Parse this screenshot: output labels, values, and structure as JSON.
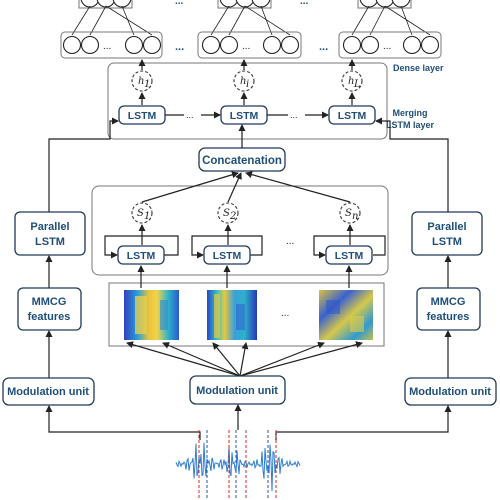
{
  "colors": {
    "label_blue": "#1f4e79",
    "box_border": "#1f3a5a",
    "group_border": "#777777",
    "wave_blue": "#2f7fd0",
    "marker_red": "#d62828",
    "marker_blue": "#2a4fb0"
  },
  "dense": {
    "label": "Dense layer",
    "ellipsis": "..."
  },
  "merging": {
    "label_line1": "Merging",
    "label_line2": "LSTM layer",
    "lstm_label": "LSTM",
    "outputs": [
      {
        "base": "h",
        "sub": "1"
      },
      {
        "base": "h",
        "sub": "i"
      },
      {
        "base": "h",
        "sub": "L"
      }
    ]
  },
  "concatenation": "Concatenation",
  "central": {
    "lstm_label": "LSTM",
    "states": [
      {
        "base": "S",
        "sub": "1"
      },
      {
        "base": "S",
        "sub": "2"
      },
      {
        "base": "S",
        "sub": "n"
      }
    ],
    "ellipsis": "..."
  },
  "left": {
    "parallel_line1": "Parallel",
    "parallel_line2": "LSTM",
    "mmcg_line1": "MMCG",
    "mmcg_line2": "features",
    "modulation": "Modulation unit"
  },
  "right": {
    "parallel_line1": "Parallel",
    "parallel_line2": "LSTM",
    "mmcg_line1": "MMCG",
    "mmcg_line2": "features",
    "modulation": "Modulation unit"
  },
  "center_modulation": "Modulation unit",
  "feature_maps_ellipsis": "..."
}
